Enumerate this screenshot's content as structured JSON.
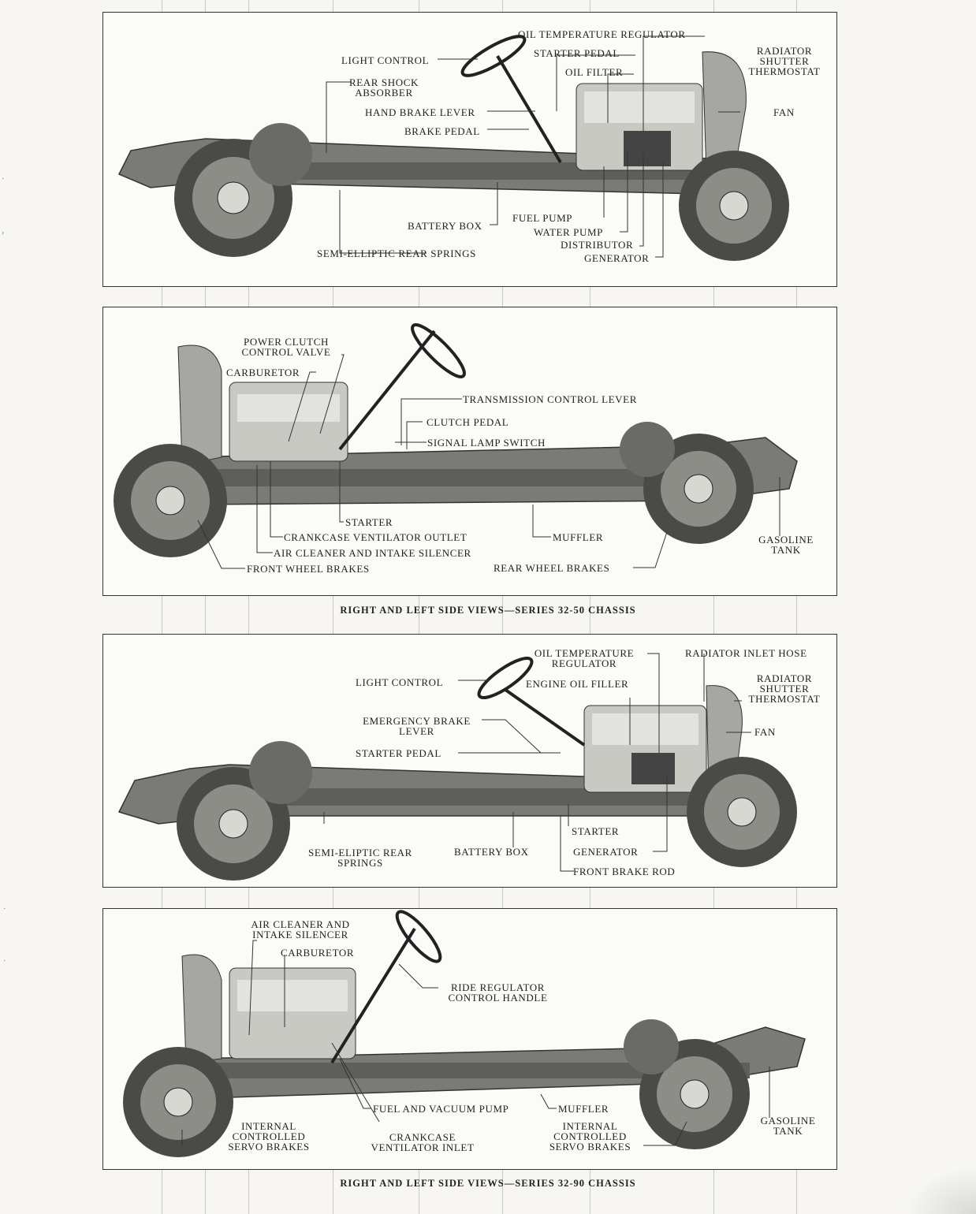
{
  "captions": {
    "series_32_50": "RIGHT AND LEFT SIDE VIEWS—SERIES 32-50 CHASSIS",
    "series_32_90": "RIGHT AND LEFT SIDE VIEWS—SERIES 32-90 CHASSIS"
  },
  "panel1": {
    "oil_temperature_regulator": "OIL TEMPERATURE REGULATOR",
    "starter_pedal": "STARTER PEDAL",
    "oil_filter": "OIL FILTER",
    "radiator_shutter_thermostat": "RADIATOR\nSHUTTER\nTHERMOSTAT",
    "light_control": "LIGHT CONTROL",
    "rear_shock_absorber": "REAR SHOCK\nABSORBER",
    "hand_brake_lever": "HAND BRAKE LEVER",
    "brake_pedal": "BRAKE PEDAL",
    "fan": "FAN",
    "battery_box": "BATTERY BOX",
    "fuel_pump": "FUEL PUMP",
    "water_pump": "WATER PUMP",
    "distributor": "DISTRIBUTOR",
    "generator": "GENERATOR",
    "semi_elliptic_rear_springs": "SEMI-ELLIPTIC REAR SPRINGS"
  },
  "panel2": {
    "power_clutch_control_valve": "POWER CLUTCH\nCONTROL VALVE",
    "carburetor": "CARBURETOR",
    "transmission_control_lever": "TRANSMISSION CONTROL LEVER",
    "clutch_pedal": "CLUTCH PEDAL",
    "signal_lamp_switch": "SIGNAL LAMP SWITCH",
    "starter": "STARTER",
    "crankcase_ventilator_outlet": "CRANKCASE VENTILATOR OUTLET",
    "air_cleaner_and_intake_silencer": "AIR CLEANER AND INTAKE SILENCER",
    "front_wheel_brakes": "FRONT WHEEL BRAKES",
    "muffler": "MUFFLER",
    "rear_wheel_brakes": "REAR WHEEL BRAKES",
    "gasoline_tank": "GASOLINE\nTANK"
  },
  "panel3": {
    "oil_temperature_regulator": "OIL TEMPERATURE\nREGULATOR",
    "radiator_inlet_hose": "RADIATOR INLET HOSE",
    "light_control": "LIGHT CONTROL",
    "engine_oil_filler": "ENGINE OIL FILLER",
    "radiator_shutter_thermostat": "RADIATOR\nSHUTTER\nTHERMOSTAT",
    "emergency_brake_lever": "EMERGENCY BRAKE\nLEVER",
    "fan": "FAN",
    "starter_pedal": "STARTER PEDAL",
    "starter": "STARTER",
    "semi_eliptic_rear_springs": "SEMI-ELIPTIC REAR\nSPRINGS",
    "battery_box": "BATTERY BOX",
    "generator": "GENERATOR",
    "front_brake_rod": "FRONT BRAKE ROD"
  },
  "panel4": {
    "air_cleaner_and_intake_silencer": "AIR CLEANER AND\nINTAKE SILENCER",
    "carburetor": "CARBURETOR",
    "ride_regulator_control_handle": "RIDE REGULATOR\nCONTROL HANDLE",
    "fuel_and_vacuum_pump": "FUEL AND VACUUM PUMP",
    "muffler": "MUFFLER",
    "internal_controlled_servo_brakes_front": "INTERNAL\nCONTROLLED\nSERVO BRAKES",
    "crankcase_ventilator_inlet": "CRANKCASE\nVENTILATOR INLET",
    "internal_controlled_servo_brakes_rear": "INTERNAL\nCONTROLLED\nSERVO BRAKES",
    "gasoline_tank": "GASOLINE\nTANK"
  }
}
